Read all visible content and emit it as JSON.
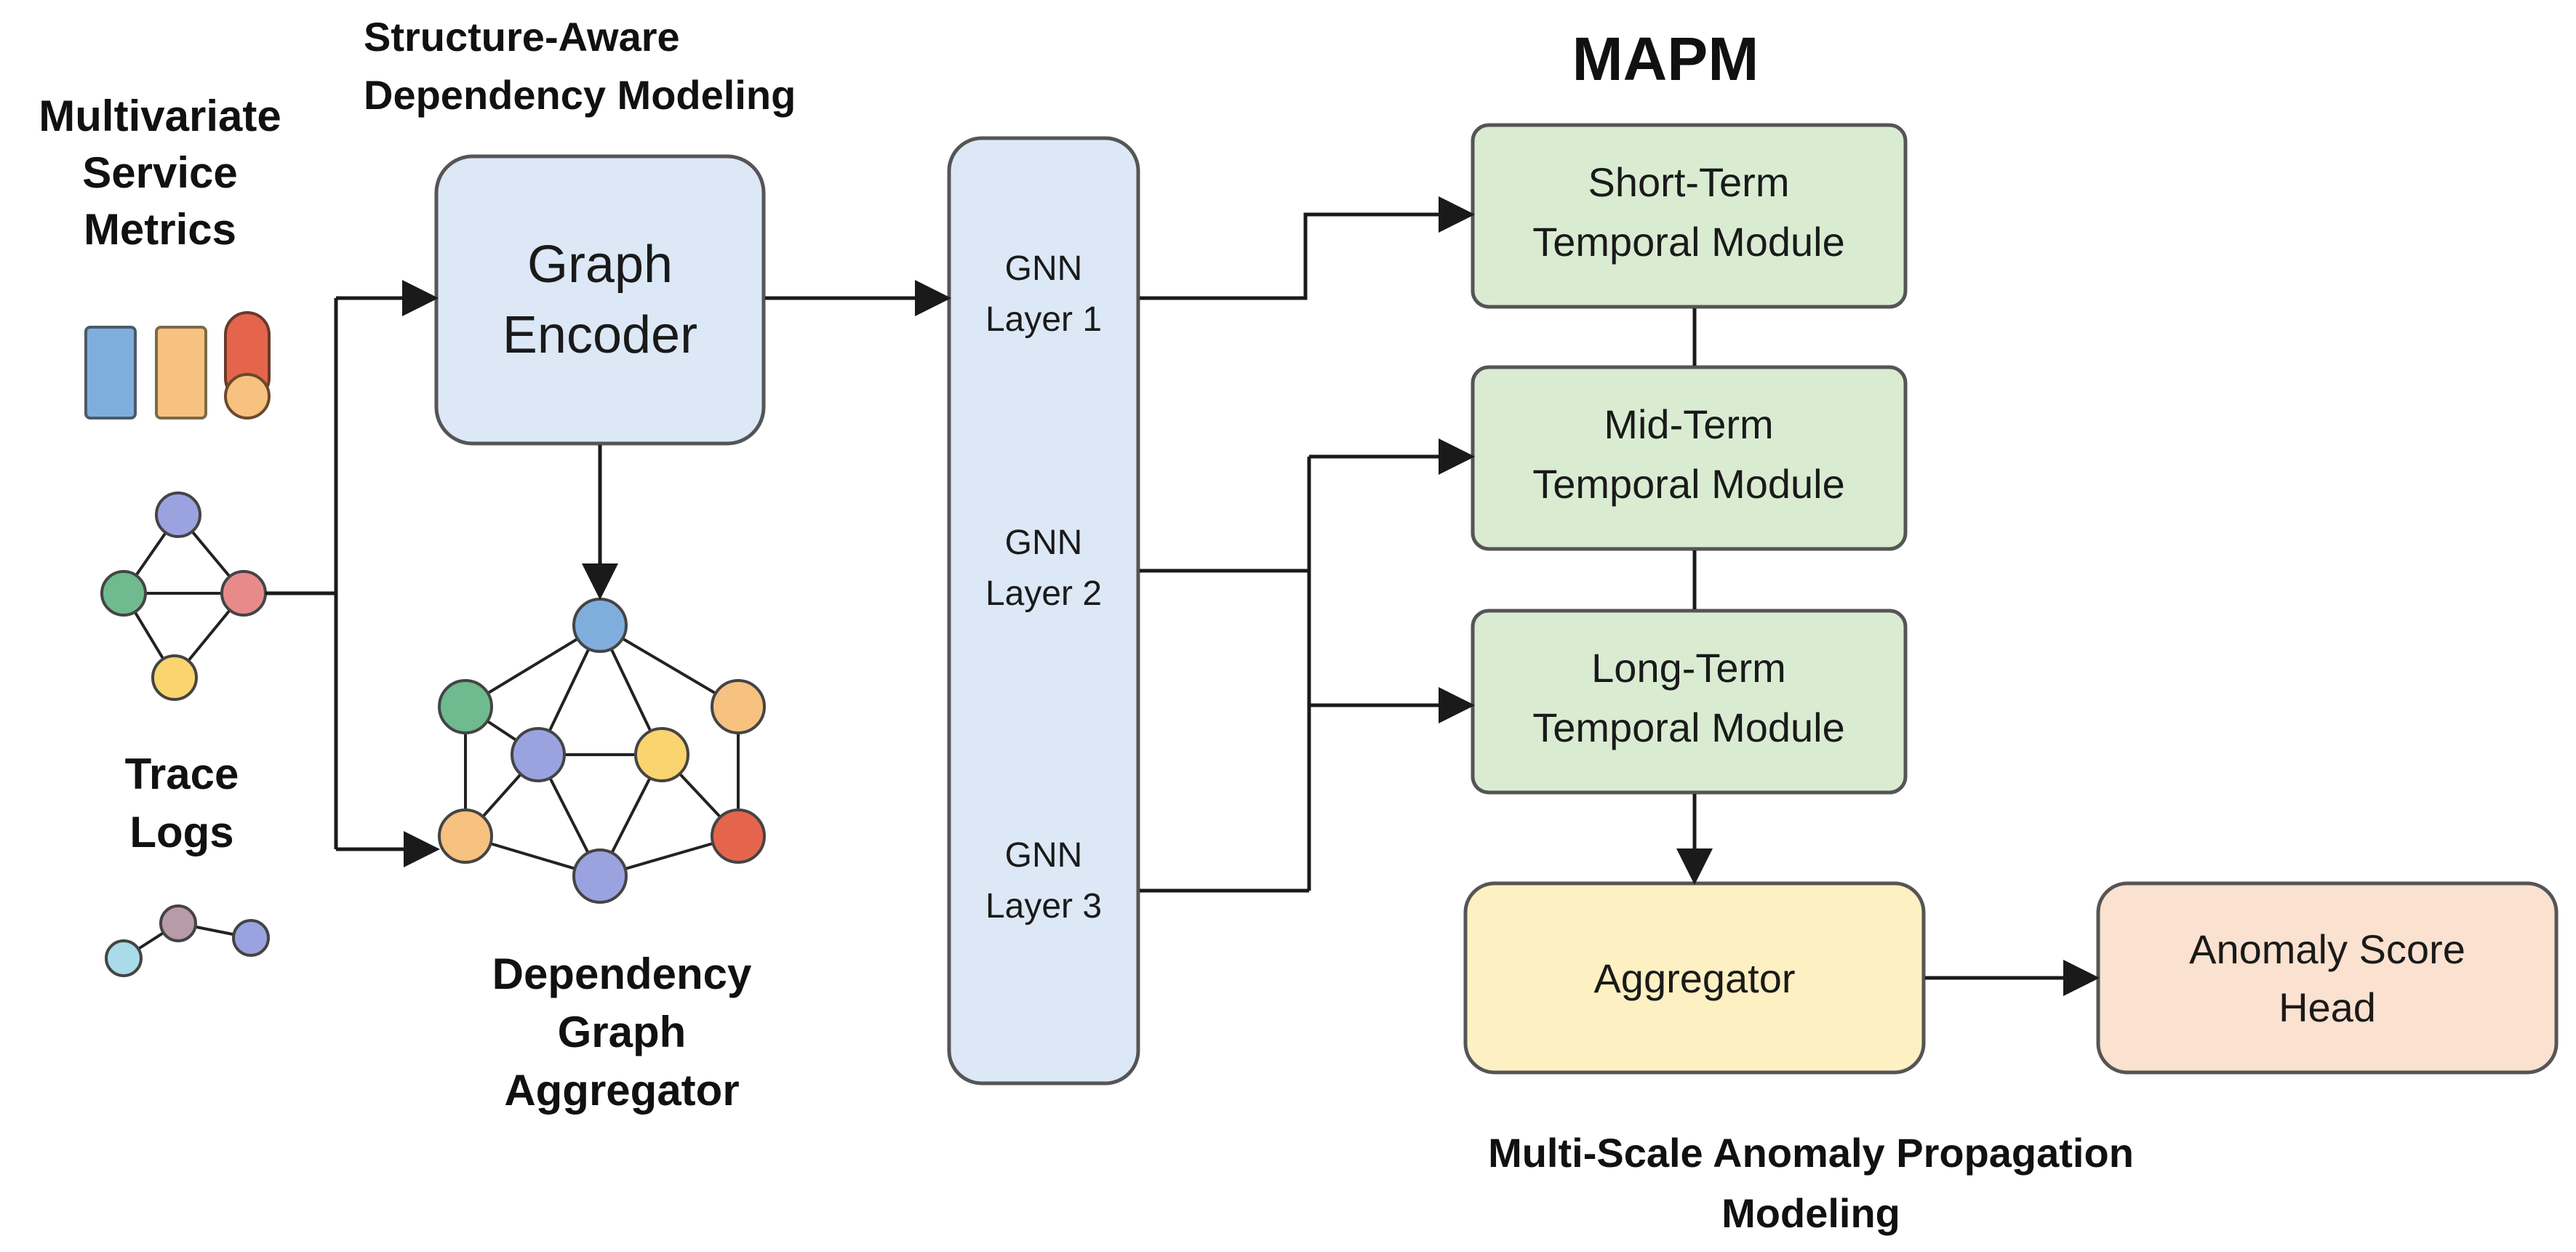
{
  "labels": {
    "metrics_line1": "Multivariate",
    "metrics_line2": "Service",
    "metrics_line3": "Metrics",
    "trace_line1": "Trace",
    "trace_line2": "Logs",
    "structure_line1": "Structure-Aware",
    "structure_line2": "Dependency Modeling",
    "dep_line1": "Dependency",
    "dep_line2": "Graph",
    "dep_line3": "Aggregator",
    "mapm_title": "MAPM",
    "msapm_line1": "Multi-Scale Anomaly Propagation",
    "msapm_line2": "Modeling"
  },
  "boxes": {
    "graph_encoder": {
      "line1": "Graph",
      "line2": "Encoder"
    },
    "gnn_layer_1": {
      "line1": "GNN",
      "line2": "Layer 1"
    },
    "gnn_layer_2": {
      "line1": "GNN",
      "line2": "Layer 2"
    },
    "gnn_layer_3": {
      "line1": "GNN",
      "line2": "Layer 3"
    },
    "short_term": {
      "line1": "Short-Term",
      "line2": "Temporal Module"
    },
    "mid_term": {
      "line1": "Mid-Term",
      "line2": "Temporal Module"
    },
    "long_term": {
      "line1": "Long-Term",
      "line2": "Temporal Module"
    },
    "aggregator": {
      "line1": "Aggregator"
    },
    "anomaly_head": {
      "line1": "Anomaly Score",
      "line2": "Head"
    }
  },
  "colors": {
    "blue_box": "#dce8f6",
    "blue_border": "#5a5a5a",
    "green_box": "#d9ecd2",
    "yellow_box": "#fdf0c2",
    "peach_box": "#fbe1cf",
    "node_blue": "#7faedd",
    "node_green": "#6fba8e",
    "node_red": "#e37c7c",
    "node_yellow": "#fad46e",
    "node_purple": "#9aa3e0",
    "node_orange": "#f7c180",
    "node_tomato": "#e4654c"
  }
}
